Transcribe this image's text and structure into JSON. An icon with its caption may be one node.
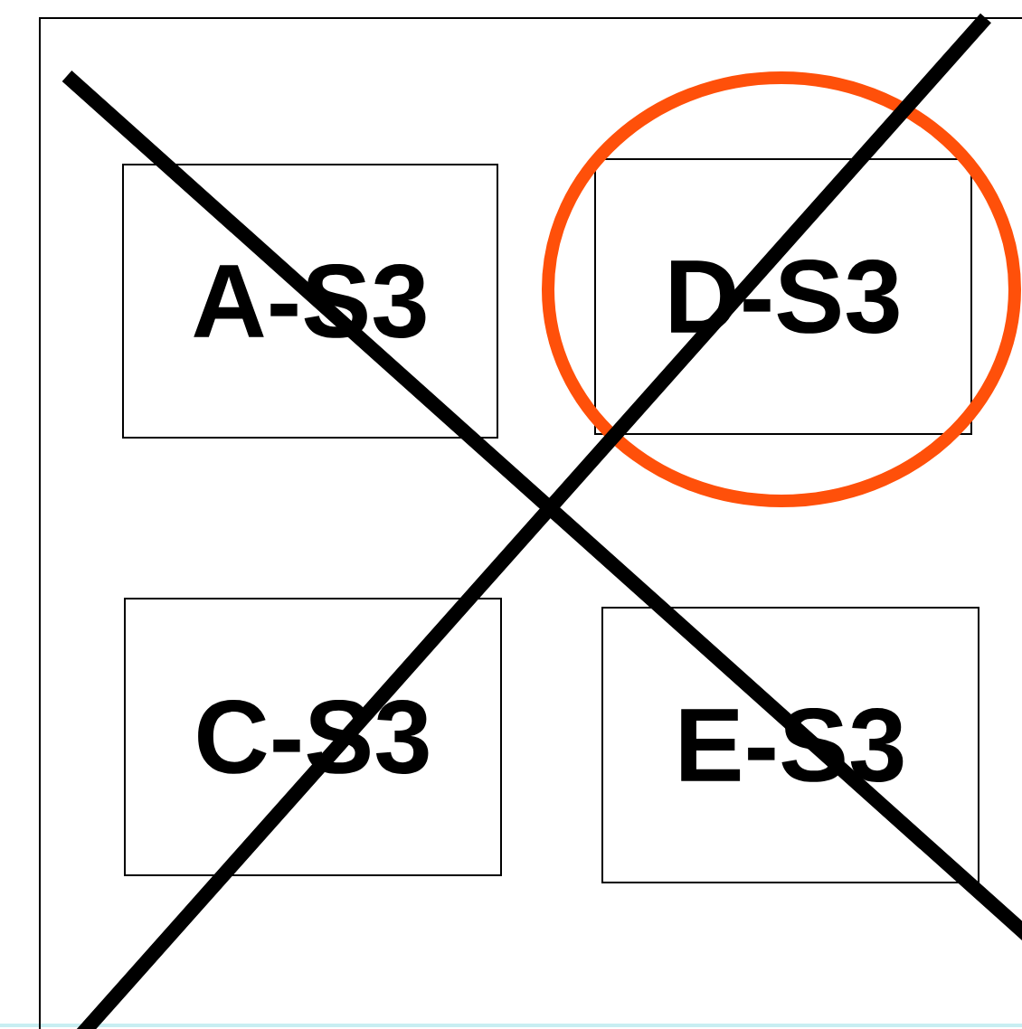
{
  "diagram": {
    "nodes": [
      {
        "text": [],
        "shape": "box"
      },
      {
        "text": [
          "A-S3"
        ],
        "in": 0
      },
      {
        "text": [
          "D-S3"
        ],
        "in": 0
      },
      {
        "text": [
          "C-S3"
        ],
        "in": 0
      },
      {
        "text": [
          "E-S3"
        ],
        "in": 0
      }
    ]
  }
}
